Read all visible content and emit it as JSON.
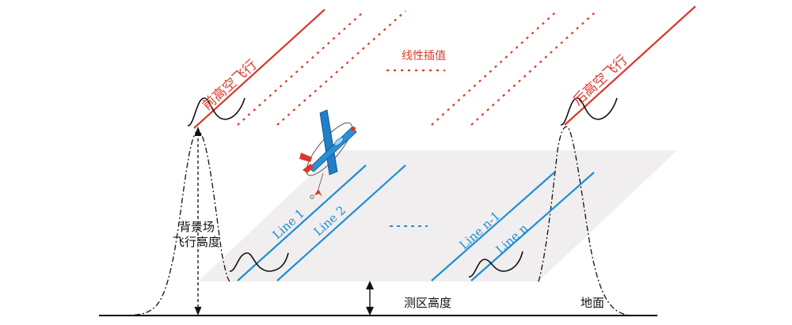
{
  "labels": {
    "front_high_flight": "前高空飞行",
    "rear_high_flight": "后高空飞行",
    "linear_interp": "线性插值",
    "bg_height_line1": "背景场",
    "bg_height_line2": "飞行高度",
    "survey_height": "测区高度",
    "ground": "地面",
    "line_1": "Line 1",
    "line_2": "Line 2",
    "line_n_minus_1": "Line n-1",
    "line_n": "Line n",
    "dots": "……"
  },
  "colors": {
    "high_flight": "#d93a2b",
    "survey_line": "#1f8fd0",
    "plane_fill": "#f1eef0",
    "ground": "#000000",
    "profile": "#111111"
  }
}
